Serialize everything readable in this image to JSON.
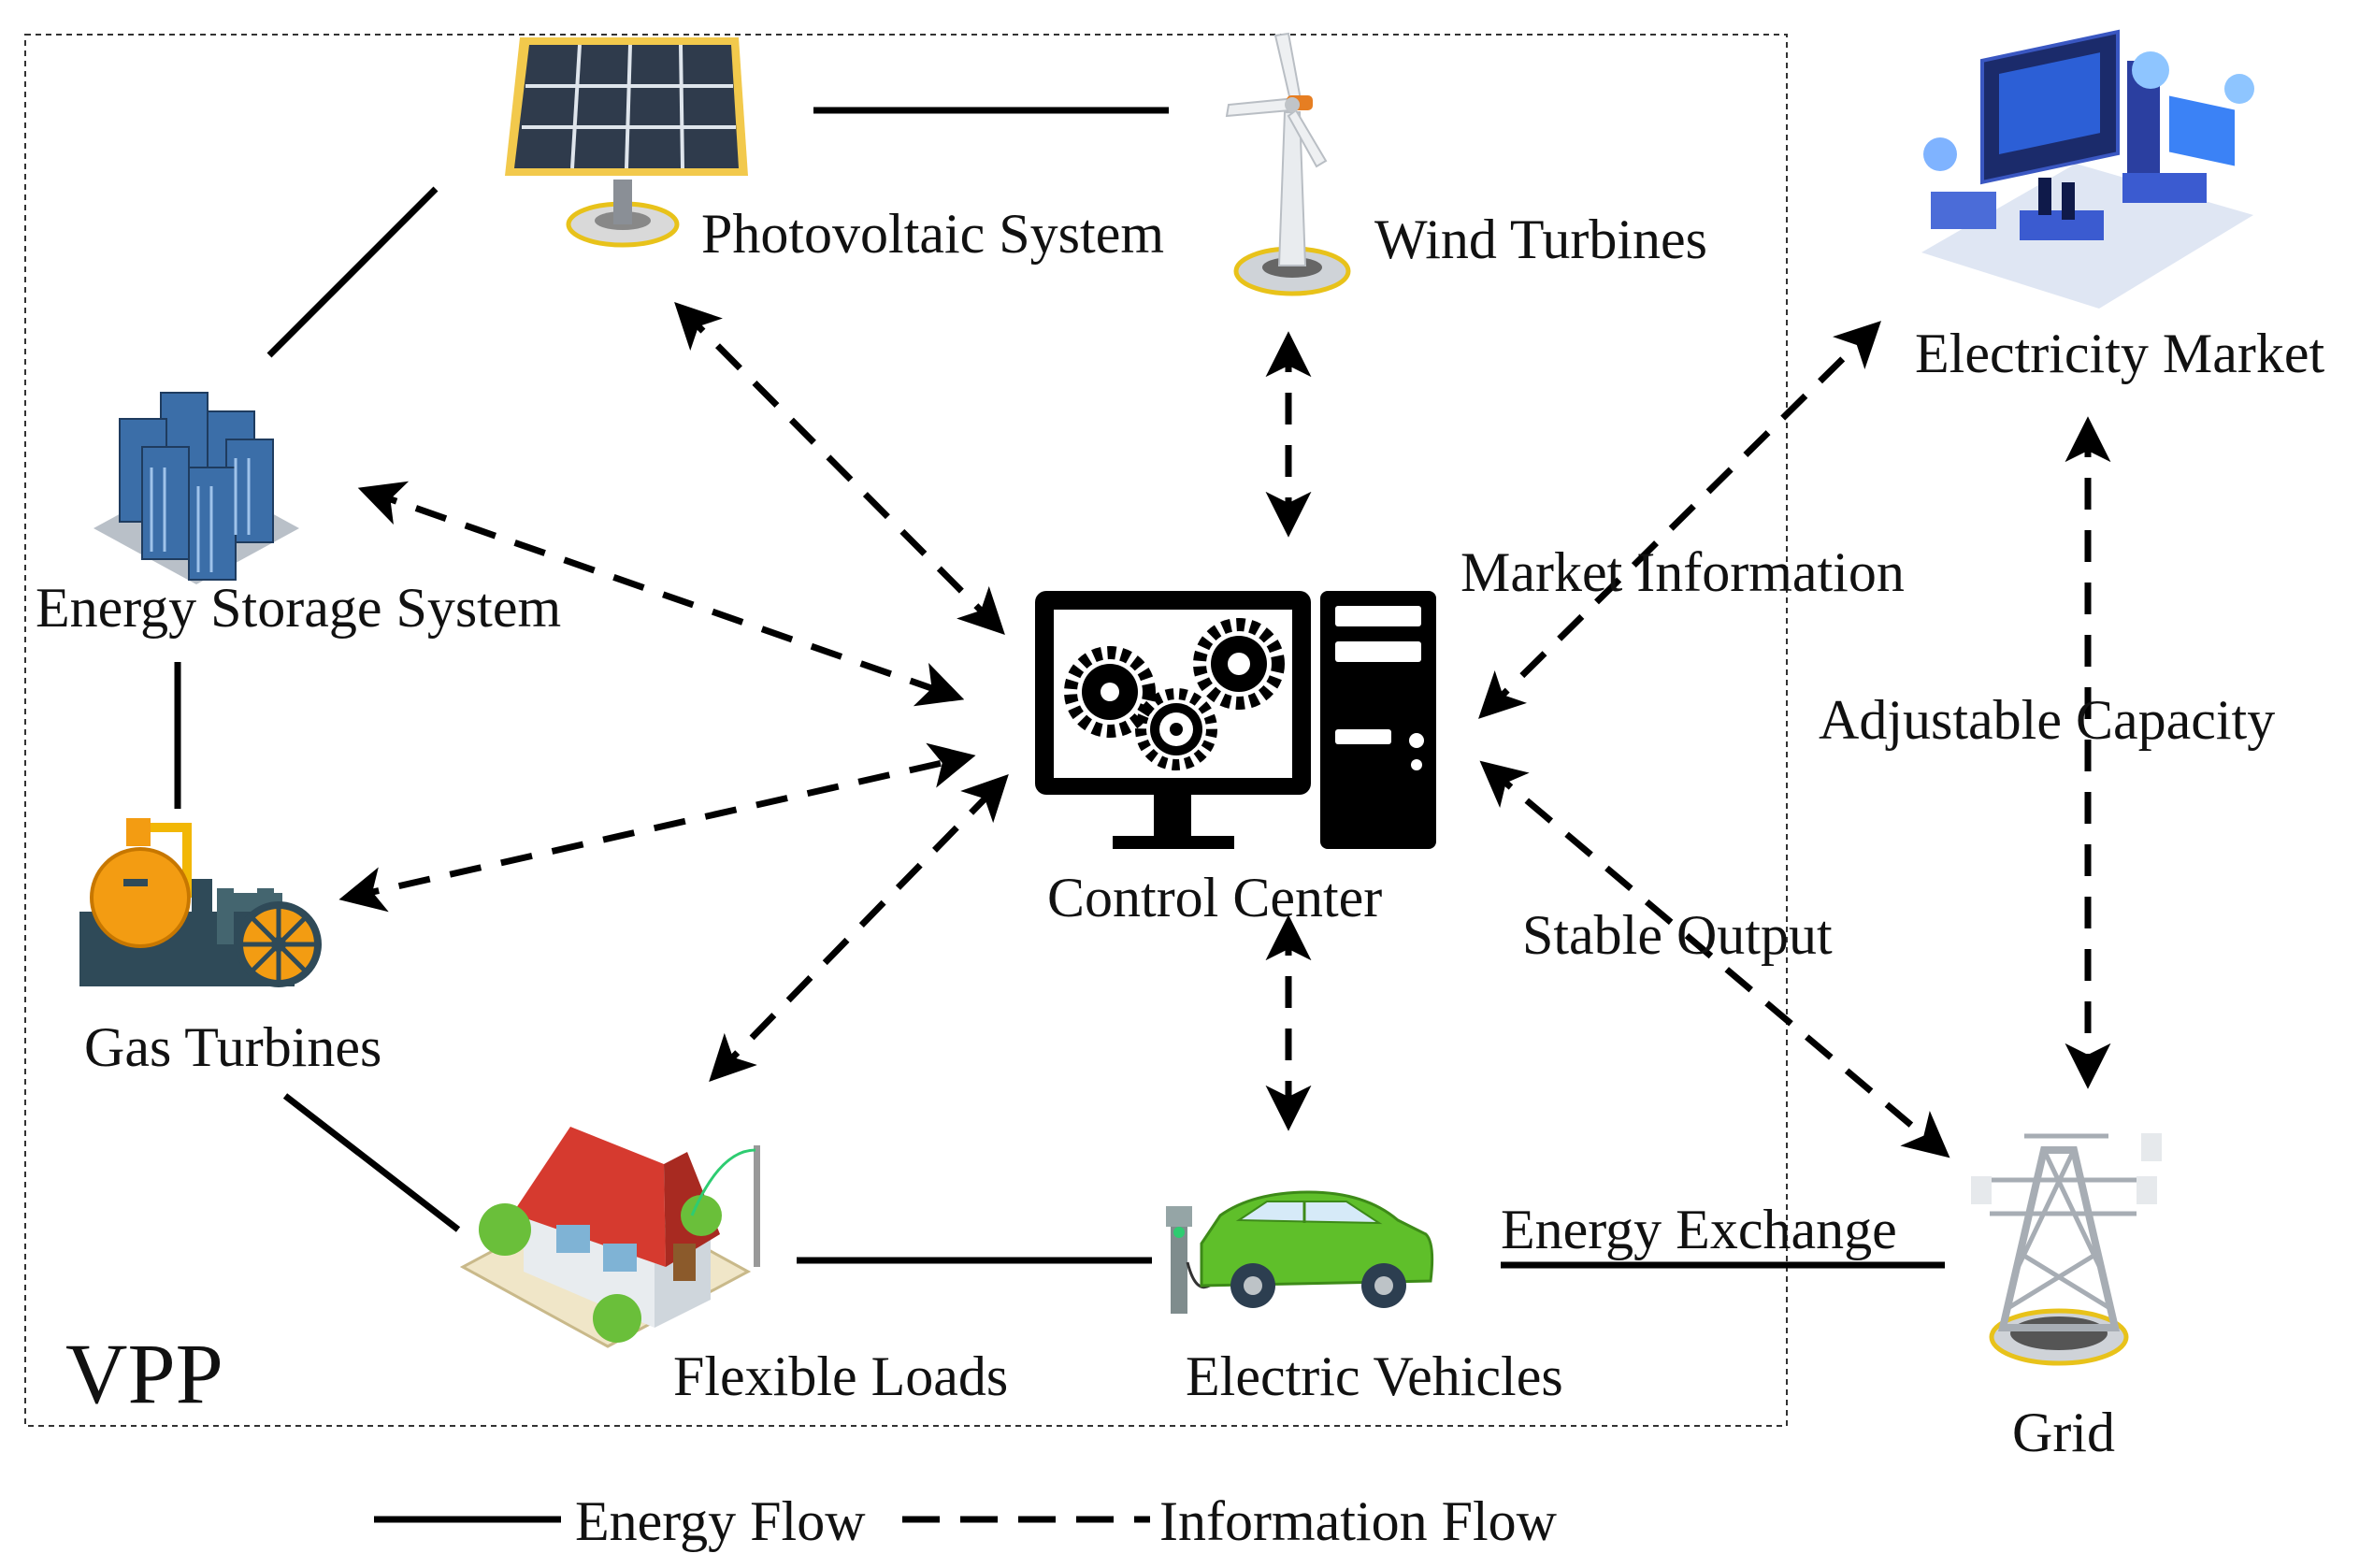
{
  "vpp_label": "VPP",
  "nodes": {
    "photovoltaic": "Photovoltaic System",
    "wind": "Wind Turbines",
    "storage": "Energy Storage System",
    "gas": "Gas Turbines",
    "control": "Control Center",
    "loads": "Flexible Loads",
    "ev": "Electric Vehicles",
    "market": "Electricity Market",
    "grid": "Grid"
  },
  "edge_labels": {
    "market_information": "Market Information",
    "adjustable_capacity": "Adjustable Capacity",
    "stable_output": "Stable Output",
    "energy_exchange": "Energy Exchange"
  },
  "legend": {
    "energy_flow": "Energy Flow",
    "information_flow": "Information Flow"
  }
}
